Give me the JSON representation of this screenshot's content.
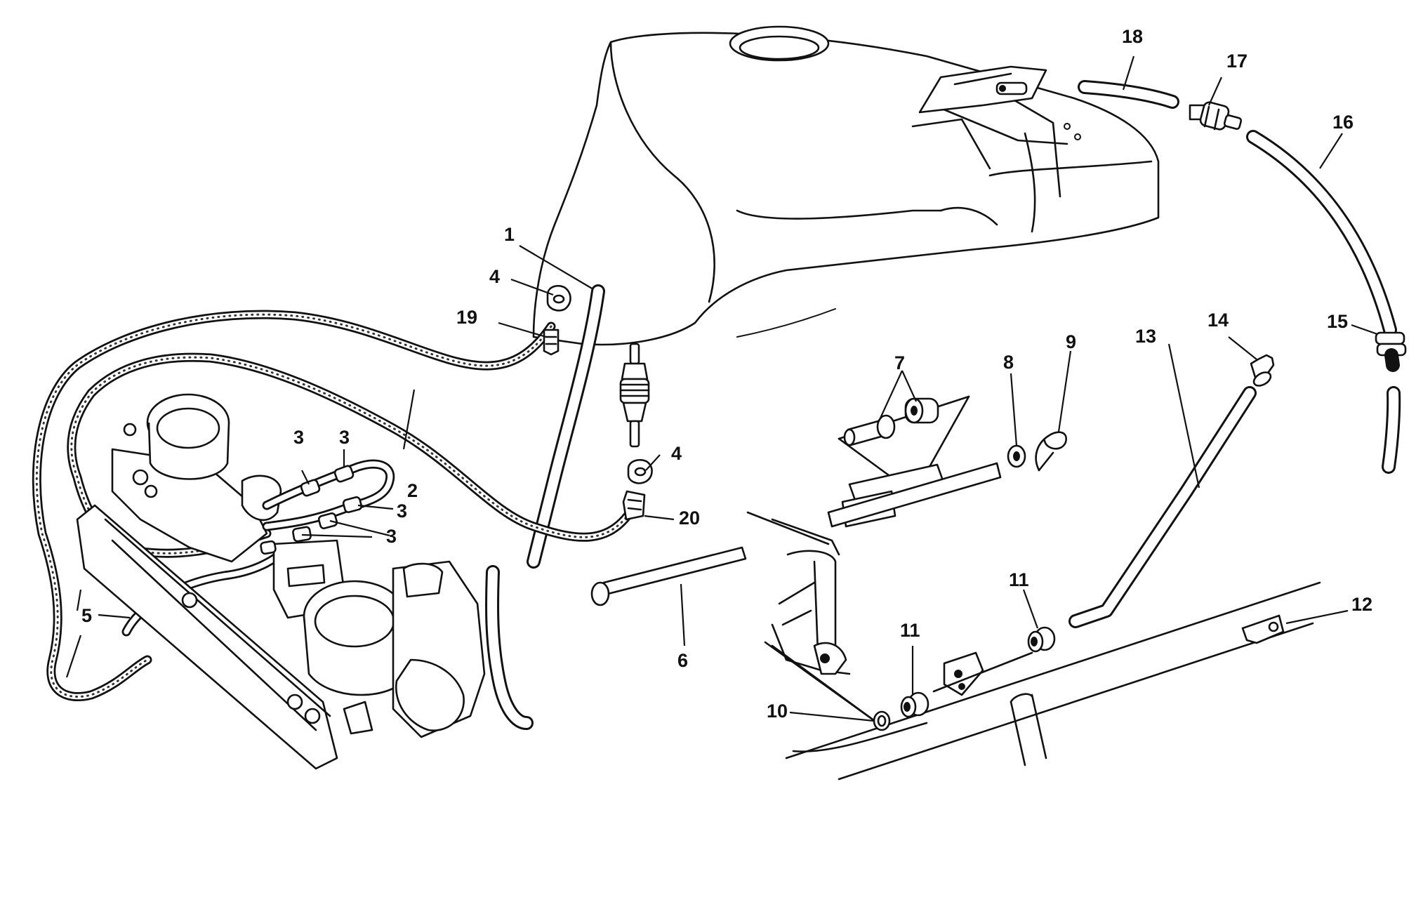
{
  "callouts": {
    "c1": "1",
    "c2": "2",
    "c3a": "3",
    "c3b": "3",
    "c3c": "3",
    "c3d": "3",
    "c4a": "4",
    "c4b": "4",
    "c5": "5",
    "c6": "6",
    "c7": "7",
    "c8": "8",
    "c9": "9",
    "c10": "10",
    "c11a": "11",
    "c11b": "11",
    "c12": "12",
    "c13": "13",
    "c14": "14",
    "c15": "15",
    "c16": "16",
    "c17": "17",
    "c18": "18",
    "c19": "19",
    "c20": "20"
  }
}
